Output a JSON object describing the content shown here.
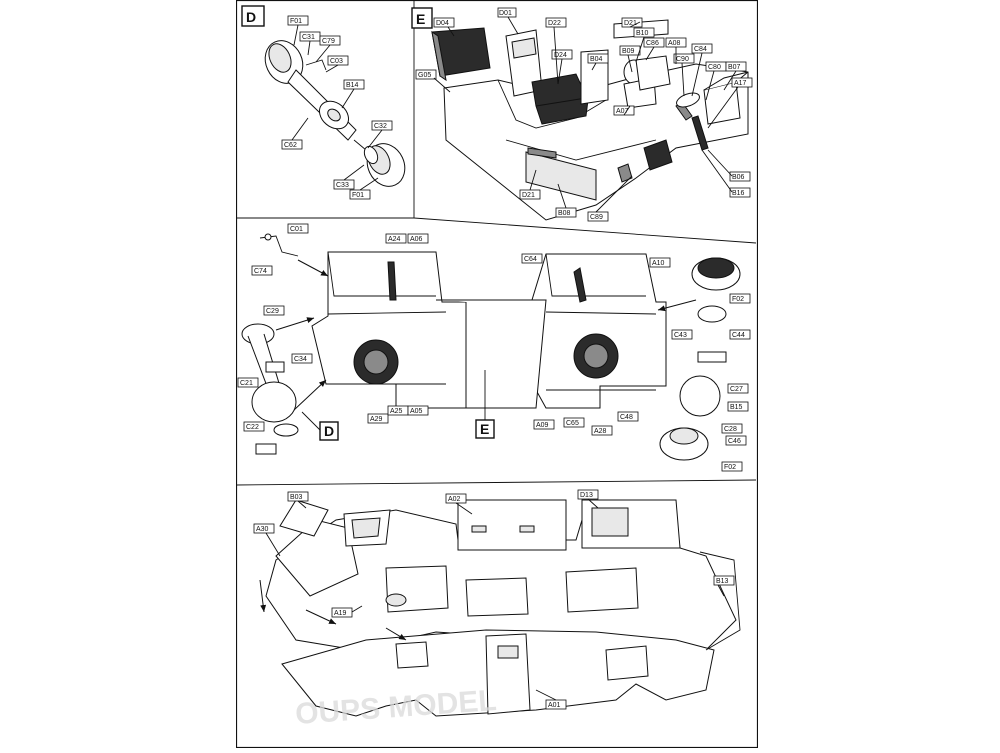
{
  "steps": {
    "D": "D",
    "E": "E",
    "E_ref": "E",
    "D_ref": "D"
  },
  "callouts": {
    "panel_d": [
      "F01",
      "C31",
      "C79",
      "C03",
      "B14",
      "C62",
      "C32",
      "C33",
      "F01"
    ],
    "panel_e": [
      "D01",
      "D04",
      "D22",
      "D21",
      "B10",
      "C86",
      "B09",
      "A08",
      "C84",
      "C90",
      "B04",
      "D24",
      "C80",
      "B07",
      "A17",
      "G05",
      "A07",
      "B06",
      "B16",
      "C89",
      "B08",
      "D21"
    ],
    "chassis": [
      "C01",
      "C74",
      "A24",
      "A06",
      "C64",
      "A10",
      "F02",
      "C29",
      "C43",
      "C44",
      "C21",
      "C34",
      "A29",
      "A25",
      "A05",
      "A09",
      "C65",
      "A28",
      "C48",
      "C27",
      "B15",
      "C22",
      "C28",
      "C46",
      "F02"
    ],
    "hull": [
      "B03",
      "A02",
      "D13",
      "A30",
      "B13",
      "A19",
      "A01"
    ]
  },
  "watermark": "OUPS MODEL"
}
